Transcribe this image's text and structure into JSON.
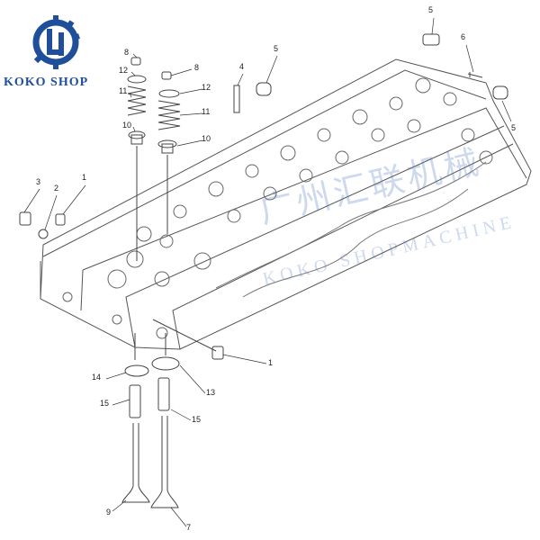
{
  "logo": {
    "text": "KOKO SHOP",
    "color": "#1f4f9a"
  },
  "watermark": {
    "chinese": "广州汇联机械",
    "latin": "KOKO SHOPMACHINE"
  },
  "callouts": [
    {
      "id": "c8a",
      "text": "8"
    },
    {
      "id": "c12a",
      "text": "12"
    },
    {
      "id": "c11a",
      "text": "11"
    },
    {
      "id": "c10a",
      "text": "10"
    },
    {
      "id": "c8b",
      "text": "8"
    },
    {
      "id": "c12b",
      "text": "12"
    },
    {
      "id": "c11b",
      "text": "11"
    },
    {
      "id": "c10b",
      "text": "10"
    },
    {
      "id": "c5a",
      "text": "5"
    },
    {
      "id": "c4",
      "text": "4"
    },
    {
      "id": "c5b",
      "text": "5"
    },
    {
      "id": "c6",
      "text": "6"
    },
    {
      "id": "c5c",
      "text": "5"
    },
    {
      "id": "c3",
      "text": "3"
    },
    {
      "id": "c2",
      "text": "2"
    },
    {
      "id": "c1a",
      "text": "1"
    },
    {
      "id": "c1b",
      "text": "1"
    },
    {
      "id": "c14",
      "text": "14"
    },
    {
      "id": "c13",
      "text": "13"
    },
    {
      "id": "c15a",
      "text": "15"
    },
    {
      "id": "c15b",
      "text": "15"
    },
    {
      "id": "c9",
      "text": "9"
    },
    {
      "id": "c7",
      "text": "7"
    }
  ]
}
